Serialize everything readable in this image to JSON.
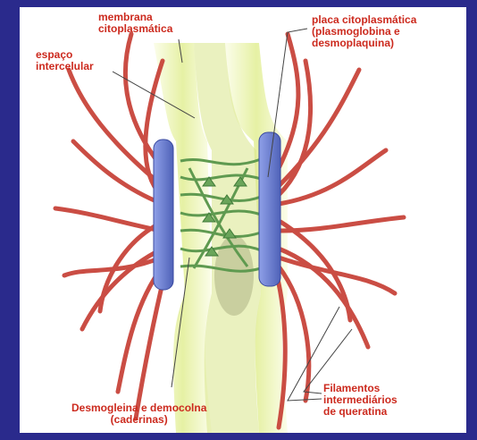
{
  "colors": {
    "background": "#2a2a8c",
    "label": "#cc2a1e",
    "filament": "#c8443a",
    "plaque": "#6f84d6",
    "cadherin": "#6aa55a",
    "membrane": "#eef5b8"
  },
  "labels": {
    "membrane": "membrana\ncitoplasmática",
    "intercellular_space": "espaço\nintercelular",
    "plaque": "placa citoplasmática\n(plasmoglobina e\ndesmoplaquina)",
    "cadherins": "Desmogleina e democolna\n(caderinas)",
    "filaments": "Filamentos\nintermediários\nde queratina"
  }
}
